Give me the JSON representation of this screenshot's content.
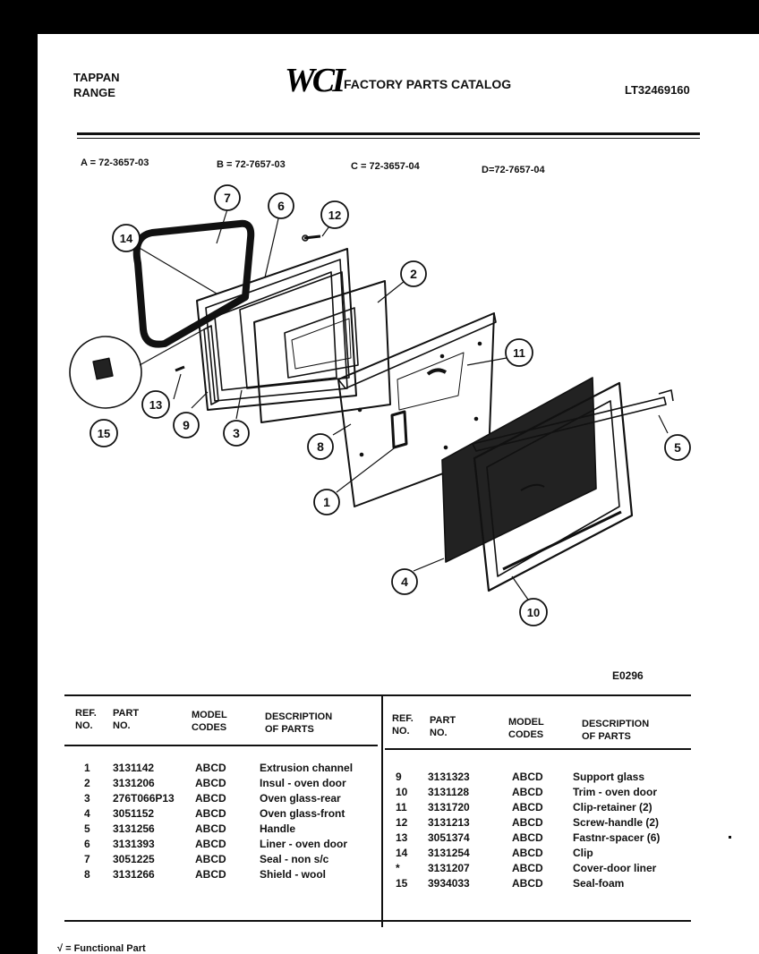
{
  "header": {
    "brand_line1": "TAPPAN",
    "brand_line2": "RANGE",
    "logo_text": "WCI",
    "catalog_title": "FACTORY PARTS CATALOG",
    "catalog_number": "LT32469160"
  },
  "models": [
    {
      "letter": "A",
      "text": "A = 72-3657-03"
    },
    {
      "letter": "B",
      "text": "B = 72-7657-03"
    },
    {
      "letter": "C",
      "text": "C = 72-3657-04"
    },
    {
      "letter": "D",
      "text": "D=72-7657-04"
    }
  ],
  "diagram": {
    "code": "E0296",
    "callouts": [
      "1",
      "2",
      "3",
      "4",
      "5",
      "6",
      "7",
      "8",
      "9",
      "10",
      "11",
      "12",
      "13",
      "14",
      "15"
    ]
  },
  "table_headers": {
    "ref": [
      "REF.",
      "NO."
    ],
    "part": [
      "PART",
      "NO."
    ],
    "model": [
      "MODEL",
      "CODES"
    ],
    "desc": [
      "DESCRIPTION",
      "OF PARTS"
    ]
  },
  "parts_left": [
    {
      "ref": "1",
      "part": "3131142",
      "codes": "ABCD",
      "desc": "Extrusion channel"
    },
    {
      "ref": "2",
      "part": "3131206",
      "codes": "ABCD",
      "desc": "Insul - oven door"
    },
    {
      "ref": "3",
      "part": "276T066P13",
      "codes": "ABCD",
      "desc": "Oven glass-rear"
    },
    {
      "ref": "4",
      "part": "3051152",
      "codes": "ABCD",
      "desc": "Oven glass-front"
    },
    {
      "ref": "5",
      "part": "3131256",
      "codes": "ABCD",
      "desc": "Handle"
    },
    {
      "ref": "6",
      "part": "3131393",
      "codes": "ABCD",
      "desc": "Liner - oven door"
    },
    {
      "ref": "7",
      "part": "3051225",
      "codes": "ABCD",
      "desc": "Seal - non s/c"
    },
    {
      "ref": "8",
      "part": "3131266",
      "codes": "ABCD",
      "desc": "Shield - wool"
    }
  ],
  "parts_right": [
    {
      "ref": "9",
      "part": "3131323",
      "codes": "ABCD",
      "desc": "Support glass"
    },
    {
      "ref": "10",
      "part": "3131128",
      "codes": "ABCD",
      "desc": "Trim - oven door"
    },
    {
      "ref": "11",
      "part": "3131720",
      "codes": "ABCD",
      "desc": "Clip-retainer (2)"
    },
    {
      "ref": "12",
      "part": "3131213",
      "codes": "ABCD",
      "desc": "Screw-handle (2)"
    },
    {
      "ref": "13",
      "part": "3051374",
      "codes": "ABCD",
      "desc": "Fastnr-spacer (6)"
    },
    {
      "ref": "14",
      "part": "3131254",
      "codes": "ABCD",
      "desc": "Clip"
    },
    {
      "ref": "*",
      "part": "3131207",
      "codes": "ABCD",
      "desc": "Cover-door liner"
    },
    {
      "ref": "15",
      "part": "3934033",
      "codes": "ABCD",
      "desc": "Seal-foam"
    }
  ],
  "footer": {
    "note": "√ = Functional Part"
  }
}
